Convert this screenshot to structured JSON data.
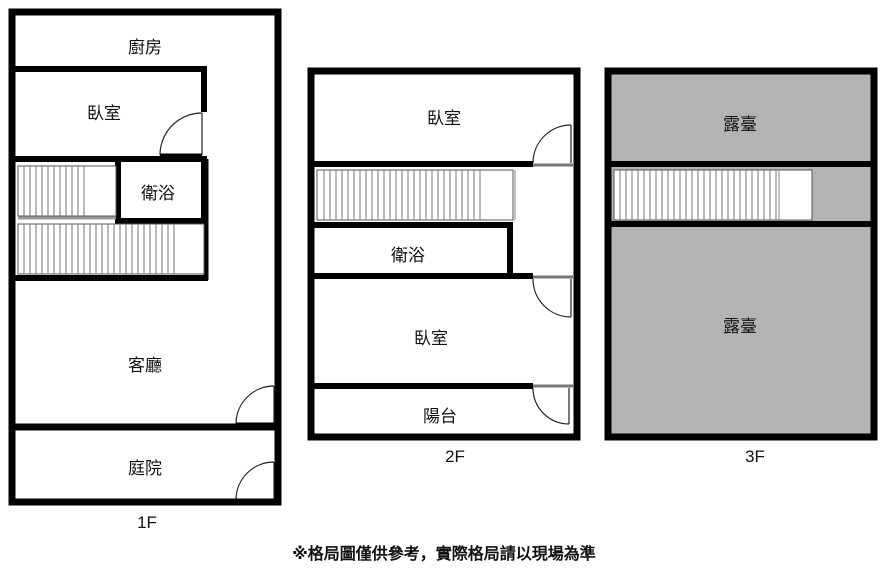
{
  "floor1": {
    "label": "1F",
    "rooms": {
      "kitchen": "廚房",
      "bedroom": "臥室",
      "bathroom": "衛浴",
      "living_room": "客廳",
      "courtyard": "庭院"
    }
  },
  "floor2": {
    "label": "2F",
    "rooms": {
      "bedroom_top": "臥室",
      "bathroom": "衛浴",
      "bedroom_bottom": "臥室",
      "balcony": "陽台"
    }
  },
  "floor3": {
    "label": "3F",
    "rooms": {
      "terrace_top": "露臺",
      "terrace_bottom": "露臺"
    }
  },
  "disclaimer": "※格局圖僅供參考，實際格局請以現場為準",
  "colors": {
    "wall": "#000000",
    "terrace_fill": "#b3b3b3",
    "stair_line": "#777777"
  }
}
